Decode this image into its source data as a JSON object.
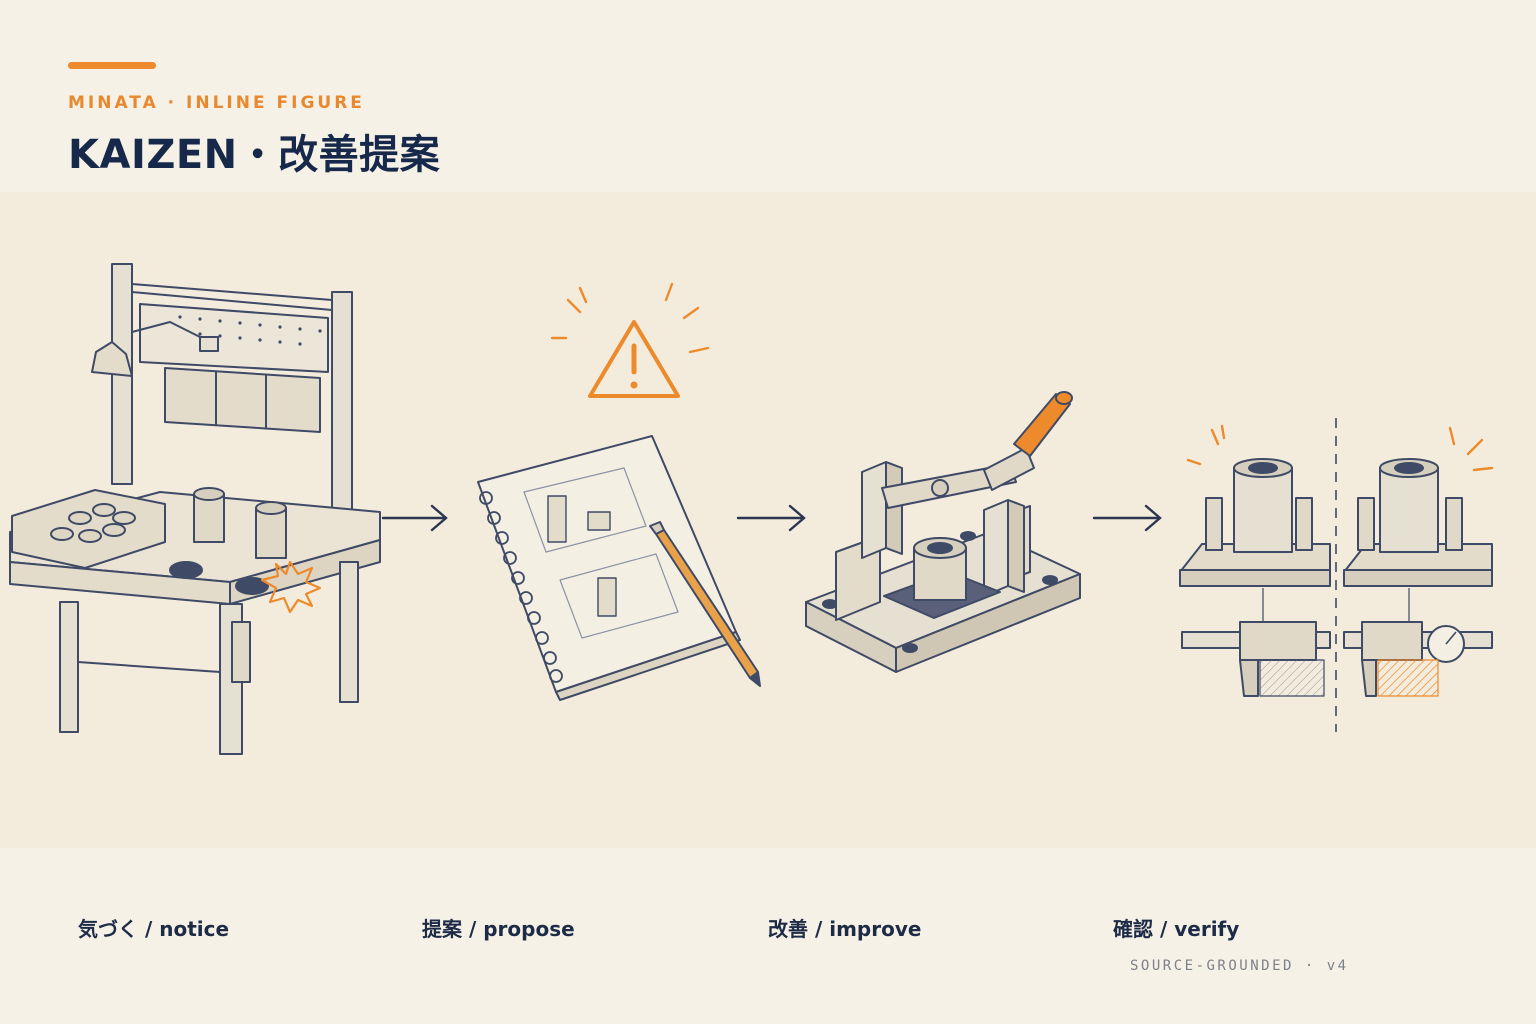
{
  "header": {
    "eyebrow": "MINATA · INLINE FIGURE",
    "title": "KAIZEN・改善提案"
  },
  "steps": [
    {
      "label": "気づく / notice",
      "icon": "workbench-icon"
    },
    {
      "label": "提案 / propose",
      "icon": "notebook-icon"
    },
    {
      "label": "改善 / improve",
      "icon": "toggle-clamp-jig-icon"
    },
    {
      "label": "確認 / verify",
      "icon": "caliper-comparison-icon"
    }
  ],
  "footer": {
    "tag": "SOURCE-GROUNDED · v4"
  },
  "colors": {
    "accent": "#ec8a2c",
    "ink": "#17294a",
    "paper": "#f6f1e6",
    "sketch": "#4a5470"
  }
}
